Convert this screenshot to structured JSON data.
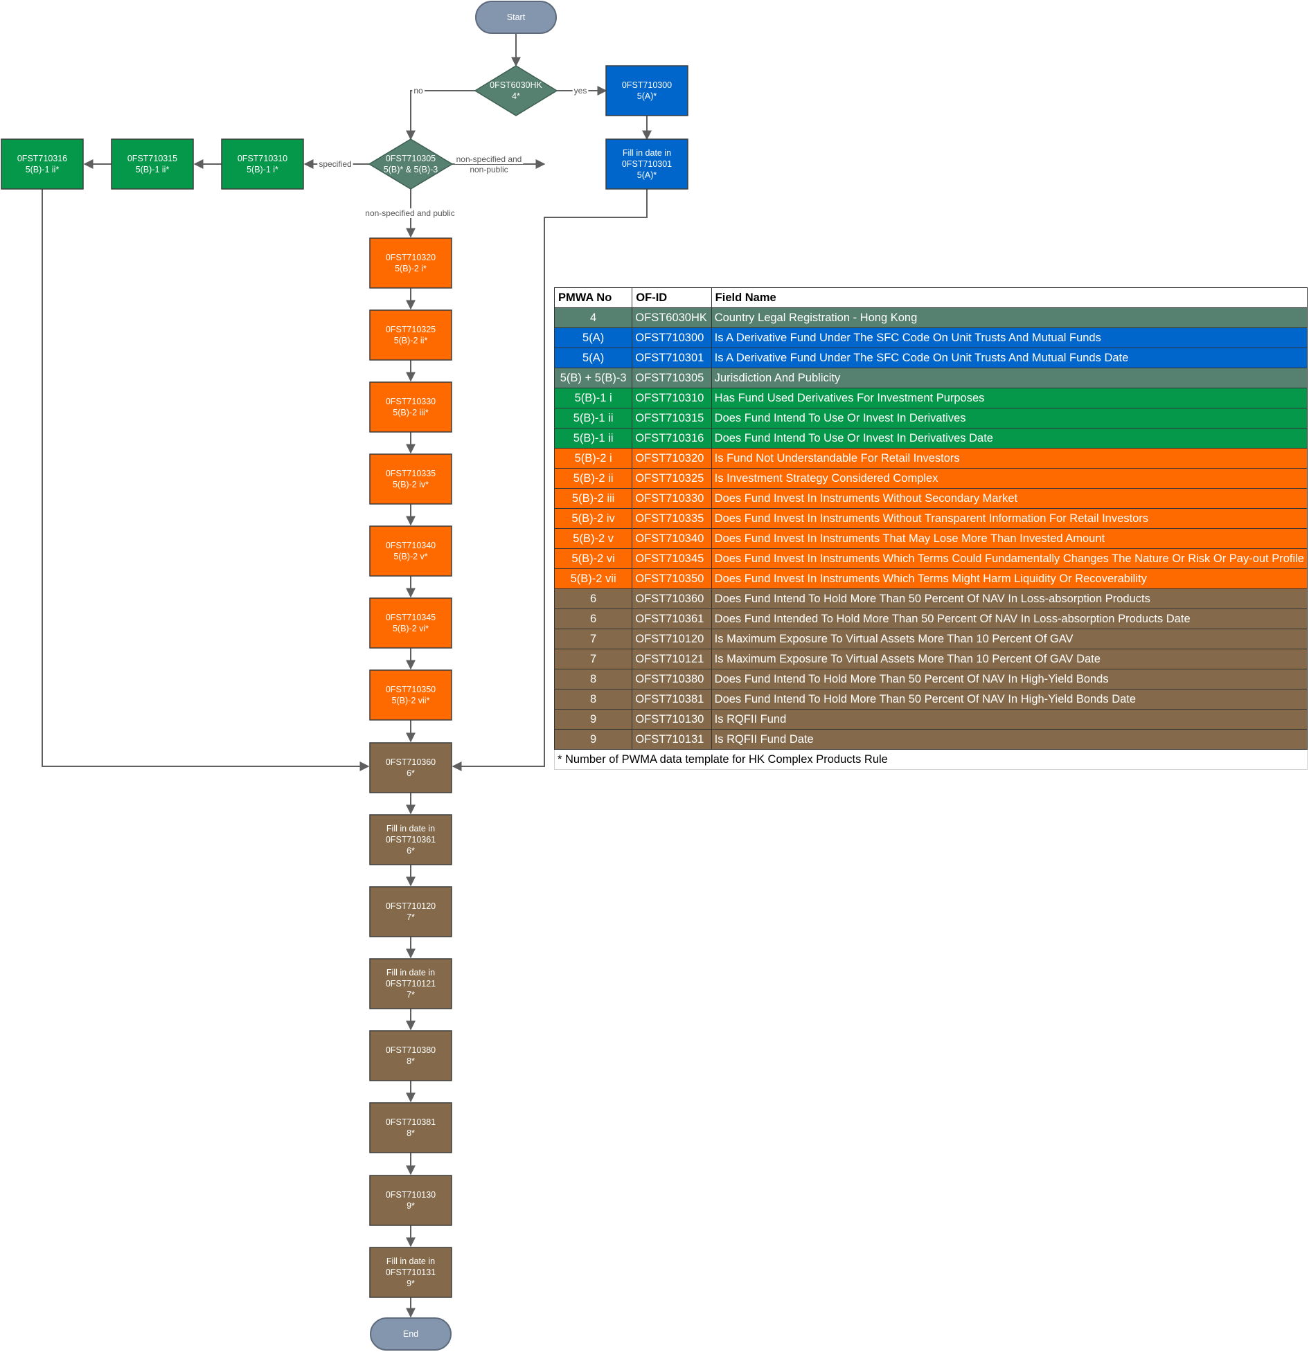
{
  "colors": {
    "start_end": "#8496AE",
    "decision": "#56806F",
    "blue": "#0066CC",
    "green": "#05984A",
    "orange": "#FF6A00",
    "brown": "#846A4A",
    "edge": "#5F5F5F"
  },
  "flow": {
    "nodes": {
      "start": [
        "Start"
      ],
      "d1": [
        "0FST6030HK",
        "4*"
      ],
      "b1": [
        "0FST710300",
        "5(A)*"
      ],
      "b2": [
        "Fill in date in",
        "0FST710301",
        "5(A)*"
      ],
      "d2": [
        "0FST710305",
        "5(B)* & 5(B)-3"
      ],
      "g310": [
        "0FST710310",
        "5(B)-1 i*"
      ],
      "g315": [
        "0FST710315",
        "5(B)-1 ii*"
      ],
      "g316": [
        "0FST710316",
        "5(B)-1 ii*"
      ],
      "o320": [
        "0FST710320",
        "5(B)-2 i*"
      ],
      "o325": [
        "0FST710325",
        "5(B)-2 ii*"
      ],
      "o330": [
        "0FST710330",
        "5(B)-2 iii*"
      ],
      "o335": [
        "0FST710335",
        "5(B)-2 iv*"
      ],
      "o340": [
        "0FST710340",
        "5(B)-2 v*"
      ],
      "o345": [
        "0FST710345",
        "5(B)-2 vi*"
      ],
      "o350": [
        "0FST710350",
        "5(B)-2 vii*"
      ],
      "n360": [
        "0FST710360",
        "6*"
      ],
      "n361": [
        "Fill in date in",
        "0FST710361",
        "6*"
      ],
      "n120": [
        "0FST710120",
        "7*"
      ],
      "n121": [
        "Fill in date in",
        "0FST710121",
        "7*"
      ],
      "n380": [
        "0FST710380",
        "8*"
      ],
      "n381": [
        "0FST710381",
        "8*"
      ],
      "n130": [
        "0FST710130",
        "9*"
      ],
      "n131": [
        "Fill in date in",
        "0FST710131",
        "9*"
      ],
      "end": [
        "End"
      ]
    },
    "edge_labels": {
      "no": [
        "no"
      ],
      "yes": [
        "yes"
      ],
      "specified": [
        "specified"
      ],
      "nonpublic": [
        "non-specified and",
        "non-public"
      ],
      "public": [
        "non-specified and public"
      ]
    }
  },
  "legend": {
    "headers": [
      "PMWA No",
      "OF-ID",
      "Field Name"
    ],
    "rows": [
      {
        "no": "4",
        "id": "OFST6030HK",
        "name": "Country Legal Registration - Hong Kong",
        "color": "#56806F"
      },
      {
        "no": "5(A)",
        "id": "OFST710300",
        "name": "Is A Derivative Fund Under The SFC Code On Unit Trusts And Mutual Funds",
        "color": "#0066CC"
      },
      {
        "no": "5(A)",
        "id": "OFST710301",
        "name": "Is A Derivative Fund Under The SFC Code On Unit Trusts And Mutual Funds Date",
        "color": "#0066CC"
      },
      {
        "no": "5(B) + 5(B)-3",
        "id": "OFST710305",
        "name": "Jurisdiction And Publicity",
        "color": "#56806F"
      },
      {
        "no": "5(B)-1 i",
        "id": "OFST710310",
        "name": "Has Fund Used Derivatives For Investment Purposes",
        "color": "#05984A"
      },
      {
        "no": "5(B)-1 ii",
        "id": "OFST710315",
        "name": "Does Fund Intend To Use Or Invest In Derivatives",
        "color": "#05984A"
      },
      {
        "no": "5(B)-1 ii",
        "id": "OFST710316",
        "name": "Does Fund Intend To Use Or Invest In Derivatives Date",
        "color": "#05984A"
      },
      {
        "no": "5(B)-2 i",
        "id": "OFST710320",
        "name": "Is Fund Not Understandable For Retail Investors",
        "color": "#FF6A00"
      },
      {
        "no": "5(B)-2 ii",
        "id": "OFST710325",
        "name": "Is Investment Strategy Considered Complex",
        "color": "#FF6A00"
      },
      {
        "no": "5(B)-2 iii",
        "id": "OFST710330",
        "name": "Does Fund Invest In Instruments Without Secondary Market",
        "color": "#FF6A00"
      },
      {
        "no": "5(B)-2 iv",
        "id": "OFST710335",
        "name": "Does Fund Invest In Instruments Without Transparent Information For Retail Investors",
        "color": "#FF6A00"
      },
      {
        "no": "5(B)-2 v",
        "id": "OFST710340",
        "name": "Does Fund Invest In Instruments That May Lose More Than Invested Amount",
        "color": "#FF6A00"
      },
      {
        "no": "5(B)-2 vi",
        "id": "OFST710345",
        "name": "Does Fund Invest In Instruments Which Terms Could Fundamentally Changes The Nature Or Risk Or Pay-out Profile",
        "color": "#FF6A00"
      },
      {
        "no": "5(B)-2 vii",
        "id": "OFST710350",
        "name": "Does Fund Invest In Instruments Which Terms Might Harm Liquidity Or Recoverability",
        "color": "#FF6A00"
      },
      {
        "no": "6",
        "id": "OFST710360",
        "name": "Does Fund Intend To Hold More Than 50 Percent Of NAV In Loss-absorption Products",
        "color": "#846A4A"
      },
      {
        "no": "6",
        "id": "OFST710361",
        "name": "Does Fund Intended To Hold More Than 50 Percent Of NAV In Loss-absorption Products Date",
        "color": "#846A4A"
      },
      {
        "no": "7",
        "id": "OFST710120",
        "name": "Is Maximum Exposure To Virtual Assets More Than 10 Percent Of GAV",
        "color": "#846A4A"
      },
      {
        "no": "7",
        "id": "OFST710121",
        "name": "Is Maximum Exposure To Virtual Assets More Than 10 Percent Of GAV Date",
        "color": "#846A4A"
      },
      {
        "no": "8",
        "id": "OFST710380",
        "name": "Does Fund Intend To Hold More Than 50 Percent Of NAV In High-Yield Bonds",
        "color": "#846A4A"
      },
      {
        "no": "8",
        "id": "OFST710381",
        "name": "Does Fund Intend To Hold More Than 50 Percent Of NAV In High-Yield Bonds Date",
        "color": "#846A4A"
      },
      {
        "no": "9",
        "id": "OFST710130",
        "name": "Is RQFII Fund",
        "color": "#846A4A"
      },
      {
        "no": "9",
        "id": "OFST710131",
        "name": "Is RQFII Fund Date",
        "color": "#846A4A"
      }
    ],
    "footnote": "* Number of PWMA data template for HK Complex Products Rule"
  }
}
